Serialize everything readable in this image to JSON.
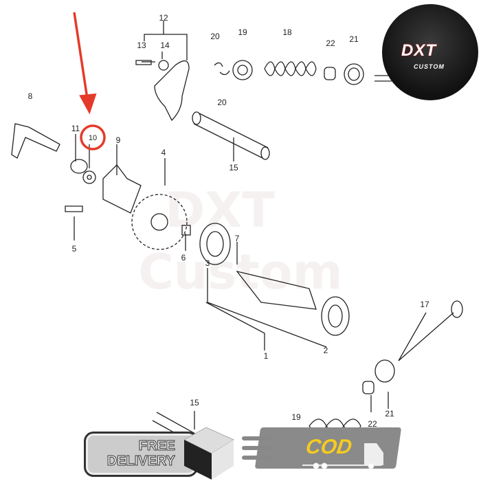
{
  "diagram": {
    "part_labels": [
      "12",
      "13",
      "14",
      "20",
      "19",
      "18",
      "22",
      "21",
      "20",
      "8",
      "11",
      "10",
      "9",
      "4",
      "15",
      "5",
      "6",
      "7",
      "3",
      "1",
      "2",
      "17",
      "21",
      "22",
      "15",
      "19"
    ],
    "highlighted_part": "10",
    "highlight_color": "#e53a2a"
  },
  "watermark": {
    "line1": "DXT",
    "line2": "Custom"
  },
  "logo": {
    "brand": "DXT",
    "sub": "CUSTOM"
  },
  "badges": {
    "free_delivery": {
      "line1": "FREE",
      "line2": "DELIVERY"
    },
    "cod": {
      "label": "COD",
      "color": "#f5cc1f"
    }
  }
}
